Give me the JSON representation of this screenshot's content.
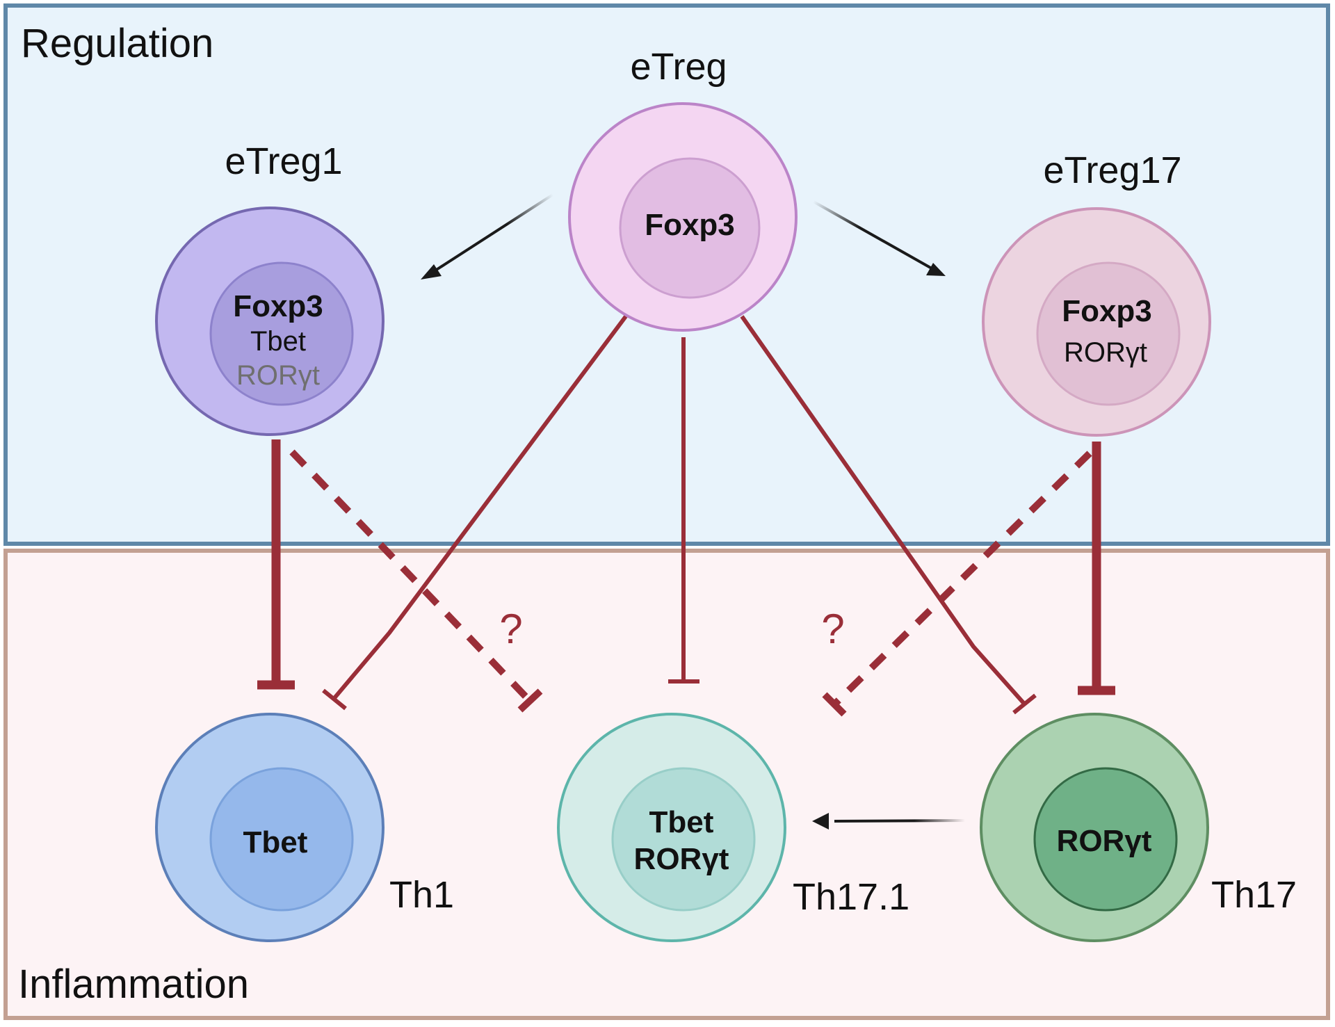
{
  "regions": {
    "regulation": "Regulation",
    "inflammation": "Inflammation"
  },
  "cells": {
    "etreg": {
      "label": "eTreg",
      "markers": [
        "Foxp3"
      ]
    },
    "etreg1": {
      "label": "eTreg1",
      "markers": [
        "Foxp3",
        "Tbet",
        "RORγt"
      ]
    },
    "etreg17": {
      "label": "eTreg17",
      "markers": [
        "Foxp3",
        "RORγt"
      ]
    },
    "th1": {
      "label": "Th1",
      "markers": [
        "Tbet"
      ]
    },
    "th171": {
      "label": "Th17.1",
      "markers": [
        "Tbet",
        "RORγt"
      ]
    },
    "th17": {
      "label": "Th17",
      "markers": [
        "RORγt"
      ]
    }
  },
  "annotations": {
    "question_left": "?",
    "question_right": "?"
  },
  "colors": {
    "regulation_fill": "#e8f3fb",
    "regulation_border": "#5f88a8",
    "inflammation_fill": "#fdf3f5",
    "inflammation_border": "#c3a092",
    "inhibition": "#9a2e38",
    "activation": "#1a1a1a",
    "etreg_outer": "#f4d6f2",
    "etreg_inner": "#e2bde3",
    "etreg1_outer": "#c2b8f0",
    "etreg1_inner": "#a89ede",
    "etreg17_outer": "#ecd4e0",
    "etreg17_inner": "#e1c0d4",
    "th1_outer": "#b2cdf2",
    "th1_inner": "#95b8eb",
    "th171_outer": "#d5ece8",
    "th171_inner": "#b1dcd7",
    "th17_outer": "#abd2b1",
    "th17_inner": "#6fb187"
  }
}
